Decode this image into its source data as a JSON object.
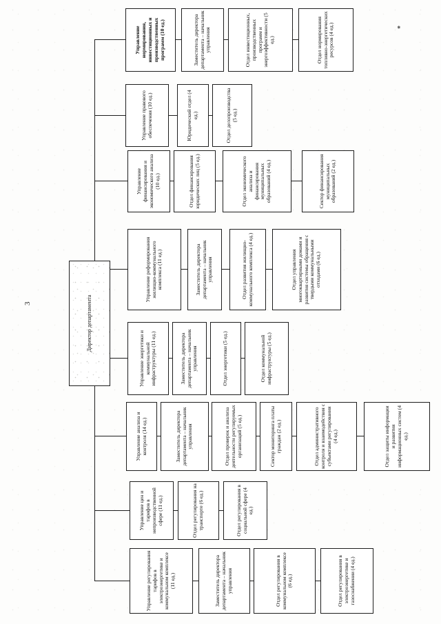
{
  "page_number": "3",
  "ink_color": "#1c1c1c",
  "paper_color": "#fdfdfc",
  "root": {
    "label": "Директор департамента"
  },
  "columns": [
    {
      "management": "Управление регулирования тарифов в электроэнергетике и коммунальном комплексе (11 ед.)",
      "bold": false,
      "children": [
        "Заместитель директора департамента – начальник управления",
        "Отдел регулирования в коммунальном комплексе (6 ед.)",
        "Отдел регулирования в электроэнергетике и газоснабжении (4 ед.)"
      ]
    },
    {
      "management": "Управление цен и тарифов в непроизводственной сфере (11 ед.)",
      "bold": false,
      "children": [
        "Отдел регулирования на транспорте (6 ед.)",
        "Отдел регулирования в социальной сфере (4 ед.)"
      ]
    },
    {
      "management": "Управление анализа и контроля (14 ед.)",
      "bold": false,
      "children": [
        "Заместитель директора департамента – начальник управления",
        "Отдел проверок и анализа деятельности регулируемых организаций (5 ед.)",
        "Сектор мониторинга платы граждан (2 ед.)",
        "Отдел административного контроля и взаимодействия с субъектами регулирования (4 ед.)",
        "Отдел защиты информации и развития информационных систем (4 ед.)"
      ]
    },
    {
      "management": "Управление энергетики и коммунальной инфраструктуры (11 ед.)",
      "bold": false,
      "children": [
        "Заместитель директора департамента – начальник управления",
        "Отдел энергетики (5 ед.)",
        "Отдел коммунальной инфраструктуры (5 ед.)"
      ]
    },
    {
      "management": "Управление реформирования жилищно-коммунального комплекса (11 ед.)",
      "bold": false,
      "children": [
        "Заместитель директора департамента – начальник управления",
        "Отдел развития жилищно-коммунального комплекса (4 ед.)",
        "Отдел управления многоквартирными домами и развития системы обращения с твердыми коммунальными отходами (6 ед.)"
      ]
    },
    {
      "management": "Управление финансирования и экономического анализа (10 ед.)",
      "bold": false,
      "children": [
        "Отдел финансирования юридических лиц (5 ед.)",
        "Отдел экономического анализа и финансирования муниципальных образований (4 ед.)",
        "Сектор финансирования муниципальных образований (2 ед.)"
      ]
    },
    {
      "management": "Управление правового обеспечения (10 ед.)",
      "bold": false,
      "children": [
        "Юридический отдел (4 ед.)",
        "Отдел делопроизводства (5 ед.)"
      ]
    },
    {
      "management": "Управление нормирования, инвестиционных и производственных программ (10 ед.)",
      "bold": true,
      "children": [
        "Заместитель директора департамента – начальник управления",
        "Отдел инвестиционных, производственных программ и энергоэффективности (5 ед.)",
        "Отдел нормирования топливно-энергетических ресурсов (4 ед.)"
      ]
    }
  ]
}
